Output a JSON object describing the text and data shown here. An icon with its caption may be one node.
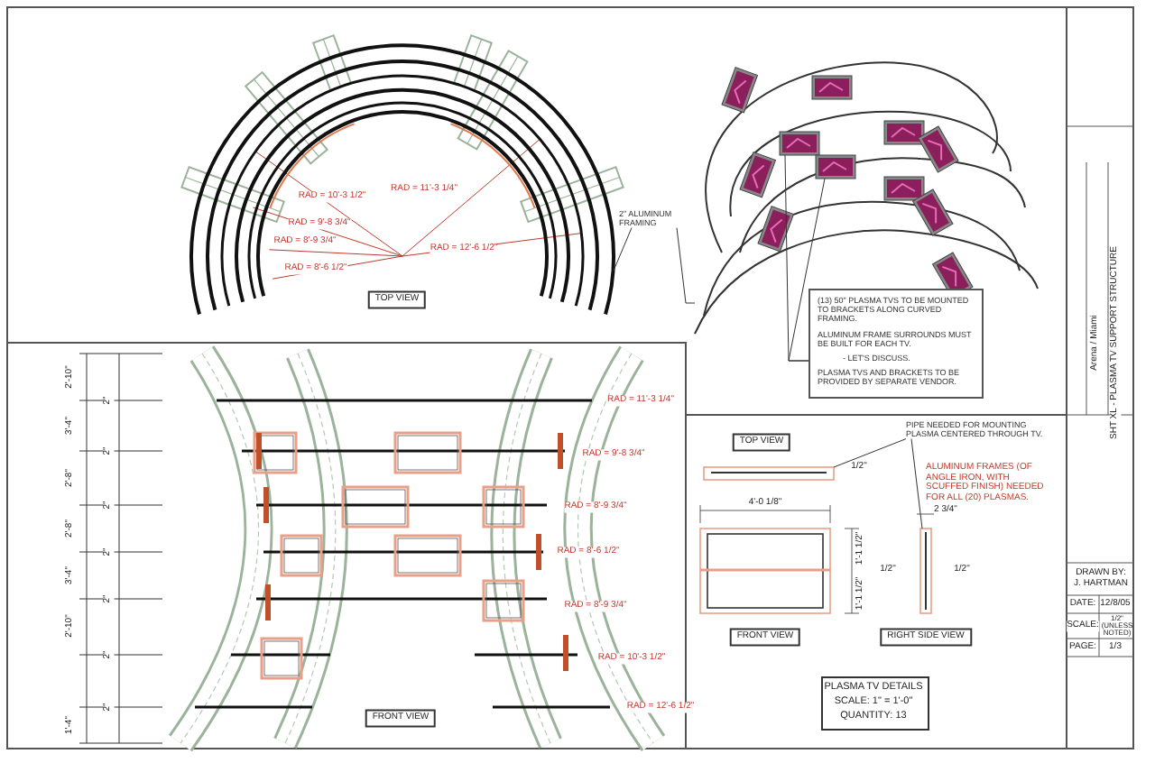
{
  "diagram": {
    "nodes": [
      {
        "text": [
          "2\" ALUMINUM FRAMING"
        ]
      },
      {
        "text": [
          "(13) 50\" PLASMA TVS TO BE MOUNTED TO BRACKETS ALONG CURVED FRAMING.",
          "ALUMINUM FRAME SURROUNDS MUST BE BUILT FOR EACH TV.",
          "- LET'S DISCUSS.",
          "PLASMA TVS AND BRACKETS TO BE PROVIDED BY SEPARATE VENDOR."
        ]
      },
      {
        "text": [
          "PIPE NEEDED FOR MOUNTING PLASMA CENTERED THROUGH TV."
        ]
      },
      {
        "text": [],
        "shape": "picture"
      },
      {
        "text": [],
        "shape": "picture"
      },
      {
        "text": [],
        "shape": "picture",
        "in": 4
      },
      {
        "text": [],
        "shape": "picture",
        "in": 4
      },
      {
        "text": [],
        "shape": "box"
      },
      {
        "text": [],
        "shape": "box"
      }
    ],
    "edges": [
      {
        "from": 0,
        "to": 3,
        "arrow": "none"
      },
      {
        "from": 0,
        "to": 4,
        "arrow": "none"
      },
      {
        "from": 1,
        "to": 5,
        "arrow": "none"
      },
      {
        "from": 1,
        "to": 6,
        "arrow": "none"
      },
      {
        "from": 2,
        "to": 7,
        "arrow": "none"
      },
      {
        "from": 2,
        "to": 8,
        "arrow": "none"
      }
    ],
    "labels": [
      "TOP VIEW",
      "RAD = 10'-3 1/2\"",
      "RAD = 11'-3 1/4\"",
      "RAD = 9'-8 3/4\"",
      "RAD = 8'-9 3/4\"",
      "RAD = 12'-6 1/2\"",
      "RAD = 8'-6 1/2\"",
      "2'-10\"",
      "3'-4\"",
      "2'-8\"",
      "2'-8\"",
      "3'-4\"",
      "2'-10\"",
      "1'-4\"",
      "2\"",
      "2\"",
      "2\"",
      "2\"",
      "2\"",
      "2\"",
      "2\"",
      "RAD = 11'-3 1/4\"",
      "RAD = 9'-8 3/4\"",
      "RAD = 8'-9 3/4\"",
      "RAD = 8'-6 1/2\"",
      "RAD = 8'-9 3/4\"",
      "RAD = 10'-3 1/2\"",
      "RAD = 12'-6 1/2\"",
      "FRONT VIEW",
      "TOP VIEW",
      "ALUMINUM FRAMES (OF ANGLE IRON, WITH SCUFFED FINISH) NEEDED FOR ALL (20) PLASMAS.",
      "1/2\"",
      "4'-0 1/8\"",
      "2 3/4\"",
      "1'-1 1/2\"",
      "1/2\"",
      "1'-1 1/2\"",
      "1/2\"",
      "FRONT VIEW",
      "RIGHT SIDE VIEW",
      "PLASMA TV DETAILS",
      "SCALE: 1\" = 1'-0\"",
      "QUANTITY: 13",
      "Arena / Miami",
      "SHT XL - PLASMA TV SUPPORT STRUCTURE",
      "DRAWN BY:",
      "J. HARTMAN",
      "DATE:",
      "12/8/05",
      "SCALE:",
      "1/2\" (UNLESS NOTED)",
      "PAGE:",
      "1/3"
    ]
  }
}
